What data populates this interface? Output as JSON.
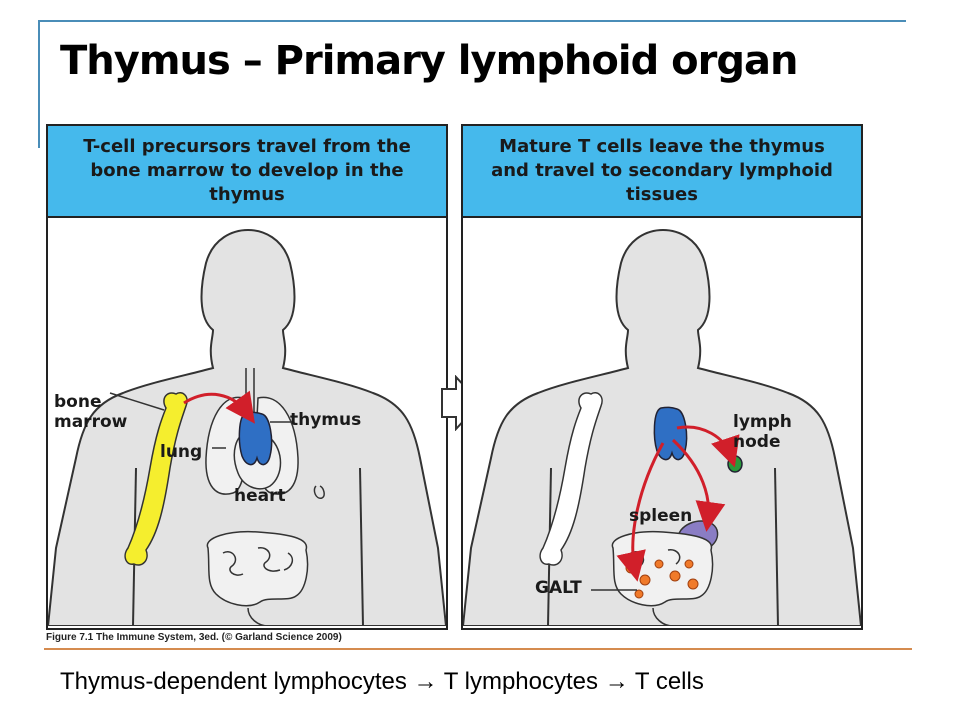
{
  "title": "Thymus – Primary lymphoid organ",
  "left_panel": {
    "header": "T-cell precursors travel from the bone marrow to develop in the thymus",
    "labels": {
      "bone_marrow": "bone\nmarrow",
      "lung": "lung",
      "thymus": "thymus",
      "heart": "heart"
    }
  },
  "right_panel": {
    "header": "Mature T cells leave the thymus and travel to secondary lymphoid tissues",
    "labels": {
      "lymph_node": "lymph\nnode",
      "spleen": "spleen",
      "galt": "GALT"
    }
  },
  "figure_caption": "Figure 7.1 The Immune System, 3ed. (© Garland Science 2009)",
  "subtitle": "Thymus-dependent lymphocytes → T lymphocytes → T cells",
  "colors": {
    "header_blue": "#45b9ec",
    "body_gray": "#e3e3e3",
    "bone_yellow": "#f5ee2e",
    "thymus_blue": "#2f6fc4",
    "arrow_red": "#d11f2a",
    "spleen_purple": "#8a7dc4",
    "lymph_node_green": "#2a9a3a",
    "galt_orange": "#f07a2a",
    "frame_blue": "#4a8db8",
    "rule_orange": "#d58b4f"
  }
}
